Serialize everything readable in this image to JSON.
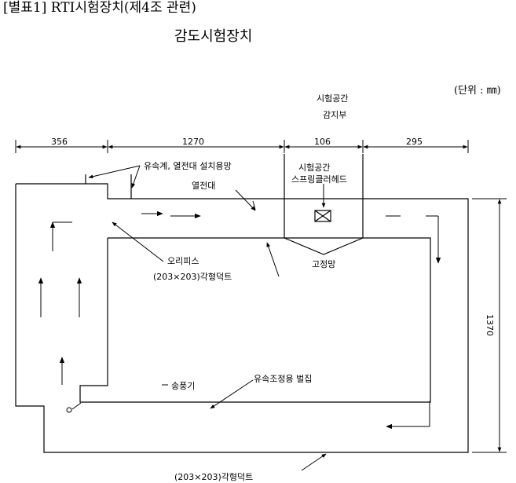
{
  "header": "[별표1] RTI시험장치(제4조 관련)",
  "title": "감도시험장치",
  "unit": "(단위 : ㎜)",
  "test_section_label_1": "시험공간",
  "test_section_label_2": "감지부",
  "dimensions": {
    "d1": "356",
    "d2": "1270",
    "d3": "106",
    "d4": "295",
    "height": "1370"
  },
  "callouts": {
    "top_label": "유속계, 열전대 설치용망",
    "thermocouple": "열전대",
    "test_mount_1": "시험공간",
    "test_mount_2": "스프링클러헤드",
    "orifice": "오리피스",
    "duct_small": "(203×203)각형덕트",
    "baffle": "고정망",
    "fan": "송풍기",
    "flow_straightener": "유속조정용 벌집",
    "duct_large": "(203×203)각형덕트"
  },
  "colors": {
    "line": "#000000",
    "background": "#ffffff"
  }
}
